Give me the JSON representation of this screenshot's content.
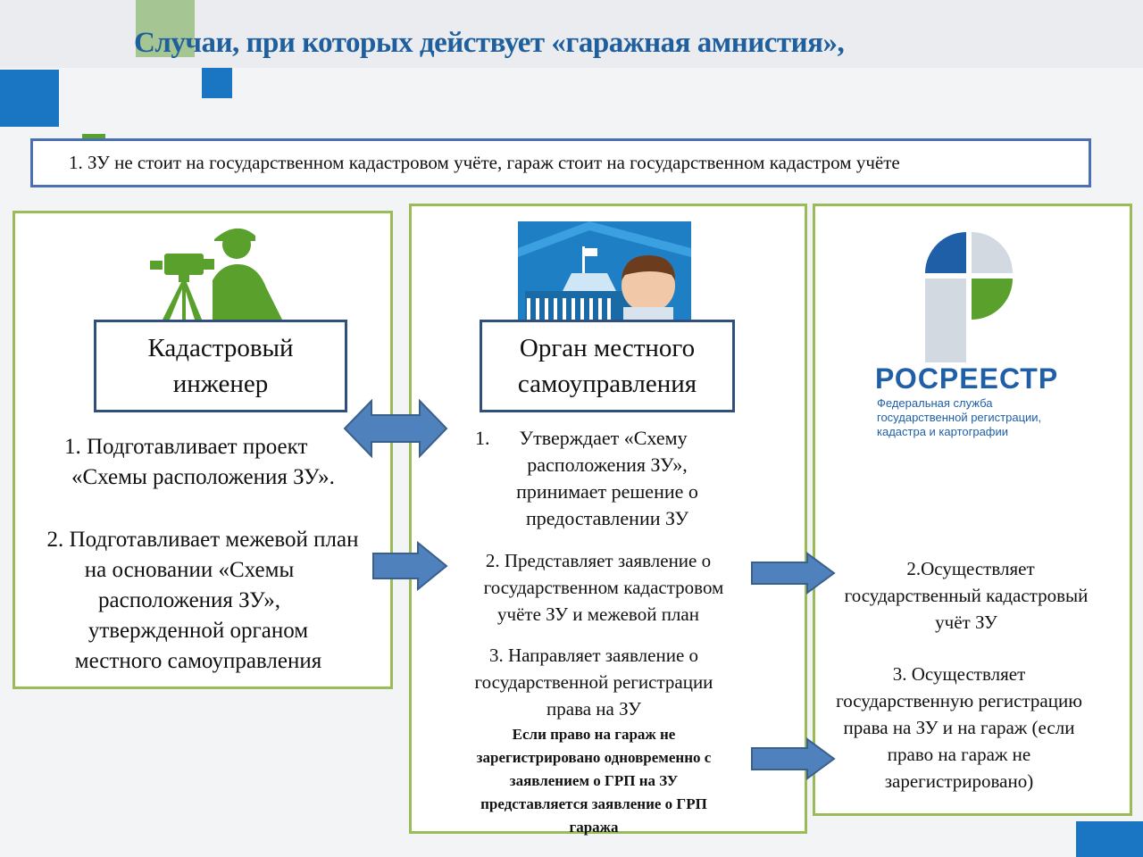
{
  "title": "Случаи, при которых действует «гаражная амнистия»,",
  "condition": "1. ЗУ не стоит на государственном кадастровом учёте, гараж стоит на государственном кадастром учёте",
  "engineer": {
    "label_line1": "Кадастровый",
    "label_line2": "инженер",
    "step1_line1": "1. Подготавливает проект",
    "step1_line2": "«Схемы расположения ЗУ».",
    "step2_line1": "2. Подготавливает межевой план",
    "step2_line2": "на основании «Схемы",
    "step2_line3": "расположения ЗУ»,",
    "step2_line4": "утвержденной органом",
    "step2_line5": "местного самоуправления"
  },
  "municipality": {
    "label_line1": "Орган местного",
    "label_line2": "самоуправления",
    "step1_line1": "1.      Утверждает «Схему",
    "step1_line2": "расположения ЗУ»,",
    "step1_line3": "принимает решение о",
    "step1_line4": "предоставлении ЗУ",
    "step2_line1": "2. Представляет заявление о",
    "step2_line2": "государственном кадастровом",
    "step2_line3": "учёте  ЗУ и межевой план",
    "step3_line1": "3. Направляет заявление о",
    "step3_line2": "государственной регистрации",
    "step3_line3": "права на ЗУ",
    "note_line1": "Если право на  гараж не",
    "note_line2": "зарегистрировано одновременно с",
    "note_line3": "заявлением о ГРП на ЗУ",
    "note_line4": "представляется заявление о ГРП",
    "note_line5": "гаража"
  },
  "rosreestr": {
    "logo_name": "РОСРЕЕСТР",
    "logo_sub1": "Федеральная служба",
    "logo_sub2": "государственной регистрации,",
    "logo_sub3": "кадастра и картографии",
    "step2_line1": "2.Осуществляет",
    "step2_line2": "государственный кадастровый",
    "step2_line3": "учёт ЗУ",
    "step3_line1": "3. Осуществляет",
    "step3_line2": "государственную регистрацию",
    "step3_line3": "права на ЗУ и на гараж (если",
    "step3_line4": "право на гараж не",
    "step3_line5": "зарегистрировано)"
  },
  "colors": {
    "title": "#1f5f9e",
    "arrow_fill": "#4f81bd",
    "arrow_stroke": "#3a5f8c",
    "column_border": "#9bbb59",
    "label_border": "#2f4f7f",
    "condition_border": "#4a6fb5"
  }
}
